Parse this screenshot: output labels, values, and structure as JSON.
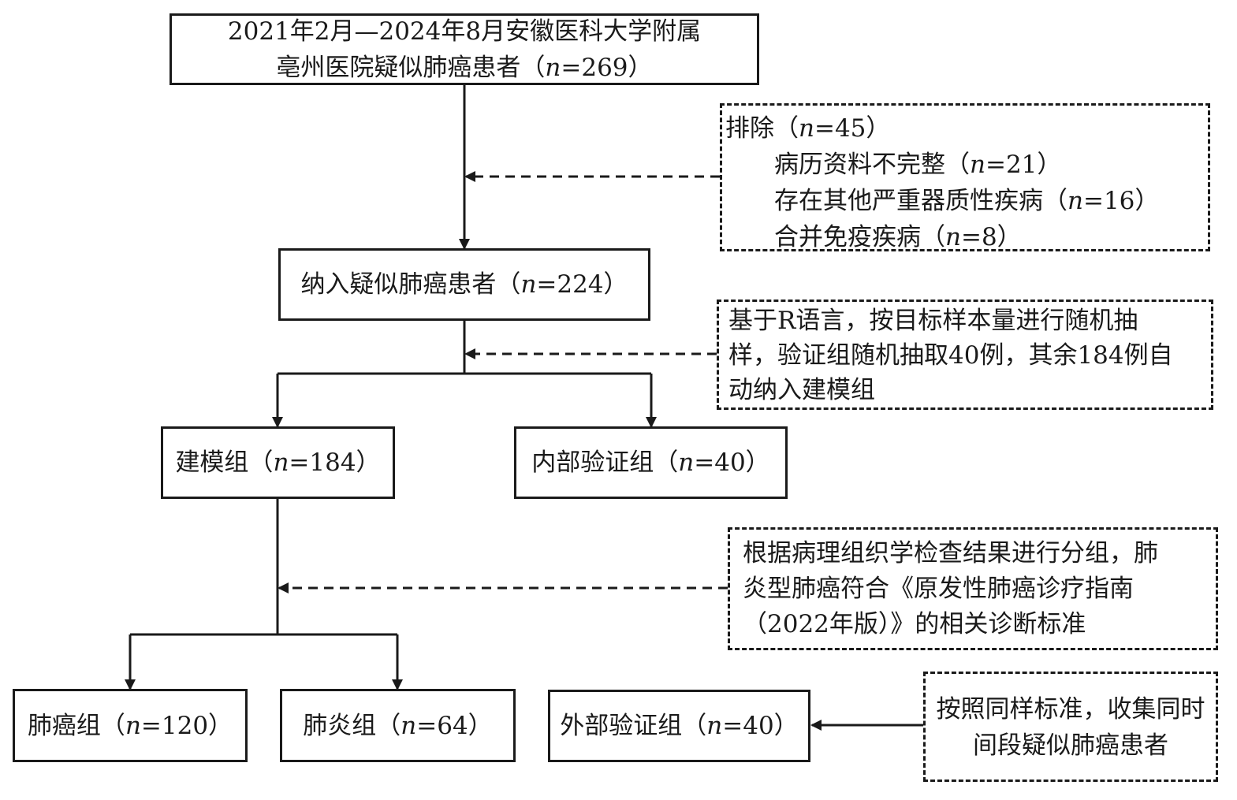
{
  "source": {
    "line1": "2021年2月—2024年8月安徽医科大学附属",
    "line2_pre": "亳州医院疑似肺癌患者（",
    "n": "n",
    "line2_post": "=269）"
  },
  "exclusion": {
    "title_pre": "排除（",
    "title_post": "=45）",
    "items": [
      {
        "pre": "病历资料不完整（",
        "post": "=21）"
      },
      {
        "pre": "存在其他严重器质性疾病（",
        "post": "=16）"
      },
      {
        "pre": "合并免疫疾病（",
        "post": "=8）"
      }
    ]
  },
  "included": {
    "pre": "纳入疑似肺癌患者（",
    "post": "=224）"
  },
  "split_note": {
    "line1": "基于R语言，按目标样本量进行随机抽",
    "line2": "样，验证组随机抽取40例，其余184例自",
    "line3": "动纳入建模组"
  },
  "modeling": {
    "pre": "建模组（",
    "post": "=184）"
  },
  "internal": {
    "pre": "内部验证组（",
    "post": "=40）"
  },
  "group_note": {
    "line1": "根据病理组织学检查结果进行分组，肺",
    "line2": "炎型肺癌符合《原发性肺癌诊疗指南",
    "line3": "（2022年版）》的相关诊断标准"
  },
  "cancer": {
    "pre": "肺癌组（",
    "post": "=120）"
  },
  "pneumonia": {
    "pre": "肺炎组（",
    "post": "=64）"
  },
  "external": {
    "pre": "外部验证组（",
    "post": "=40）"
  },
  "external_note": {
    "line1": "按照同样标准，收集同时",
    "line2": "间段疑似肺癌患者"
  },
  "colors": {
    "stroke": "#1a1a1a",
    "background": "#ffffff"
  }
}
